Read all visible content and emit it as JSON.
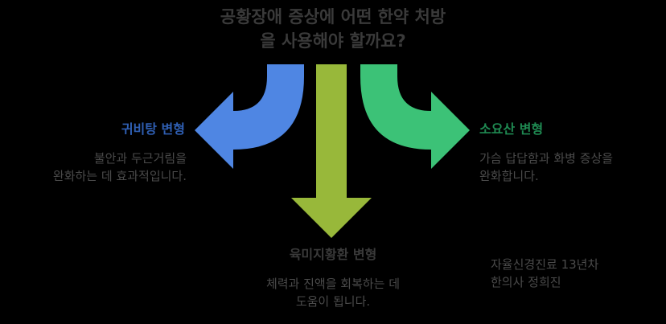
{
  "title": {
    "line1": "공황장애 증상에 어떤 한약 처방",
    "line2": "을 사용해야 할까요?"
  },
  "branches": {
    "left": {
      "heading": "귀비탕 변형",
      "desc_line1": "불안과 두근거림을",
      "desc_line2": "완화하는 데 효과적입니다.",
      "color": "#4f86e3"
    },
    "bottom": {
      "heading": "육미지황환 변형",
      "desc_line1": "체력과 진액을 회복하는 데",
      "desc_line2": "도움이 됩니다.",
      "color": "#98b83a"
    },
    "right": {
      "heading": "소요산 변형",
      "desc_line1": "가슴 답답함과 화병 증상을",
      "desc_line2": "완화합니다.",
      "color": "#3cc277"
    }
  },
  "credit": {
    "line1": "자율신경진료 13년차",
    "line2": "한의사 정희진"
  }
}
